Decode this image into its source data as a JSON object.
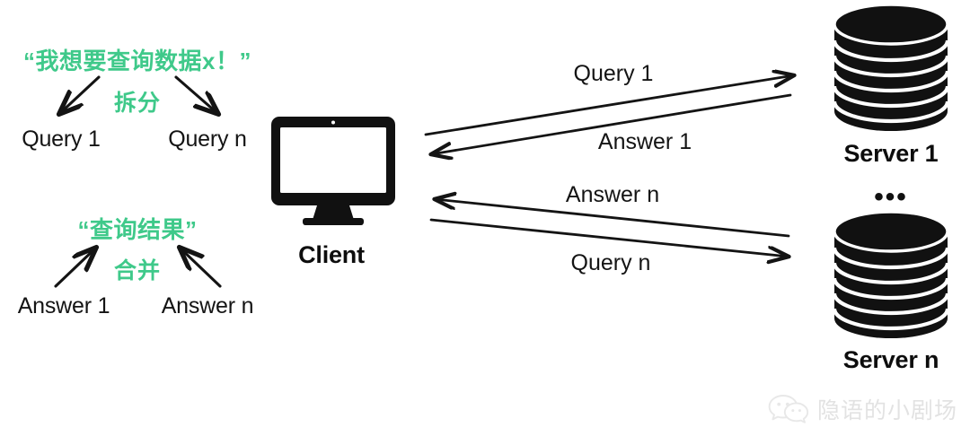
{
  "meta": {
    "title": "Client-Server Query Split and Merge Diagram",
    "background": "#ffffff",
    "accent_green": "#3fc98a",
    "ink": "#141414"
  },
  "left_panel": {
    "split": {
      "source_quote": "“我想要查询数据x！”",
      "operation_label": "拆分",
      "outputs": [
        {
          "label": "Query 1"
        },
        {
          "label": "Query n"
        }
      ]
    },
    "merge": {
      "result_quote": "“查询结果”",
      "operation_label": "合并",
      "inputs": [
        {
          "label": "Answer 1"
        },
        {
          "label": "Answer n"
        }
      ]
    }
  },
  "client": {
    "label": "Client",
    "icon": "desktop-monitor-icon"
  },
  "servers": {
    "ellipsis": "•••",
    "items": [
      {
        "label": "Server 1",
        "icon": "database-stack-icon"
      },
      {
        "label": "Server n",
        "icon": "database-stack-icon"
      }
    ]
  },
  "flows": [
    {
      "label": "Query 1",
      "direction": "client-to-server",
      "target": "Server 1"
    },
    {
      "label": "Answer 1",
      "direction": "server-to-client",
      "target": "Server 1"
    },
    {
      "label": "Answer n",
      "direction": "server-to-client",
      "target": "Server n"
    },
    {
      "label": "Query n",
      "direction": "client-to-server",
      "target": "Server n"
    }
  ],
  "watermark": {
    "text": "隐语的小剧场",
    "icon": "wechat-icon"
  }
}
